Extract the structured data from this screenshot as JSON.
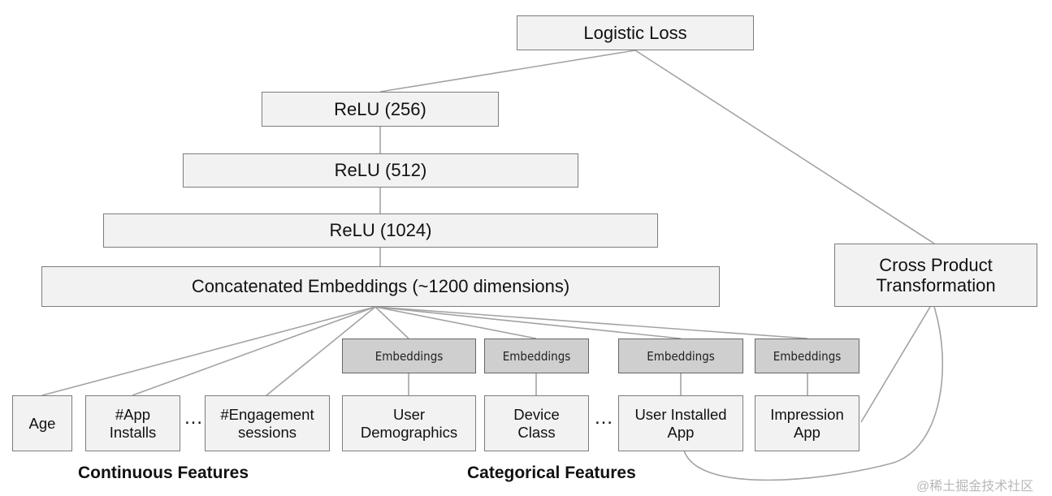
{
  "nodes": {
    "loss": "Logistic Loss",
    "relu256": "ReLU (256)",
    "relu512": "ReLU (512)",
    "relu1024": "ReLU (1024)",
    "concat": "Concatenated Embeddings (~1200 dimensions)",
    "cross": "Cross Product Transformation"
  },
  "embedding_label": "Embeddings",
  "features": {
    "age": "Age",
    "installs": "#App Installs",
    "engagement": "#Engagement sessions",
    "demographics": "User Demographics",
    "device": "Device Class",
    "installed": "User Installed App",
    "impression": "Impression App"
  },
  "ellipsis": "…",
  "groups": {
    "continuous": "Continuous Features",
    "categorical": "Categorical Features"
  },
  "watermark": "@稀土掘金技术社区"
}
